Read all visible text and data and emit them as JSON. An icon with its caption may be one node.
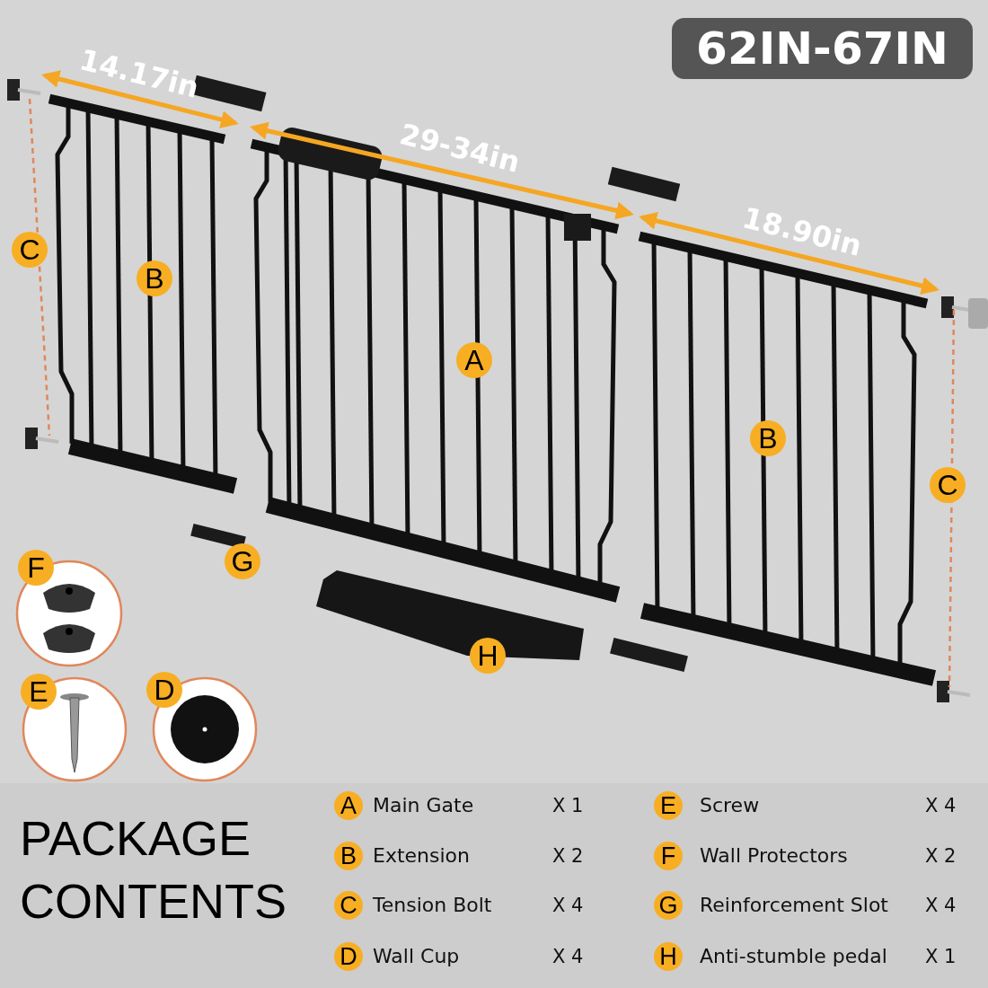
{
  "diagram": {
    "title": "62IN-67IN",
    "labels": [
      "14.17in",
      "29-34in",
      "18.90in",
      "C",
      "B",
      "A",
      "B",
      "C",
      "F",
      "G",
      "H",
      "E",
      "D",
      "PACKAGE CONTENTS",
      "A",
      "Main Gate",
      "X 1",
      "E",
      "Screw",
      "X 4",
      "B",
      "Extension",
      "X 2",
      "F",
      "Wall Protectors",
      "X 2",
      "C",
      "Tension Bolt",
      "X 4",
      "G",
      "Reinforcement Slot",
      "X 4",
      "D",
      "Wall Cup",
      "X 4",
      "H",
      "Anti-stumble pedal",
      "X 1"
    ]
  }
}
